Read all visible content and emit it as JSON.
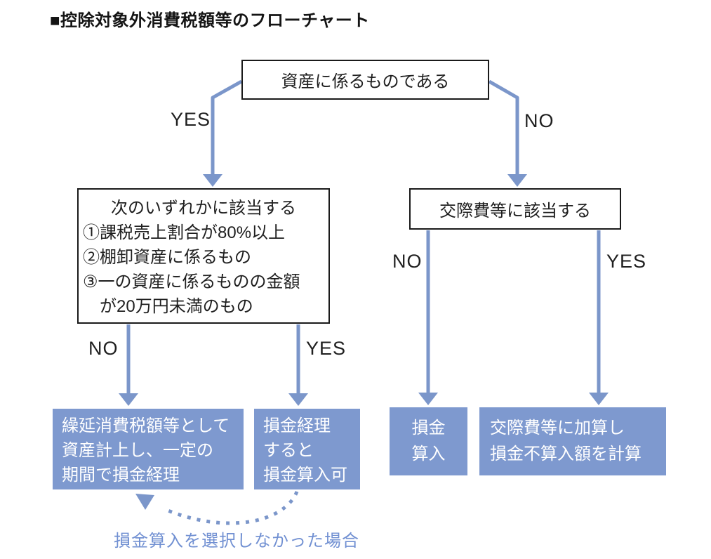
{
  "title": "■控除対象外消費税額等のフローチャート",
  "colors": {
    "arrow": "#7b96ca",
    "box_fill": "#7e99cf",
    "caption": "#7190d2"
  },
  "nodes": {
    "root": {
      "text": "資産に係るものである"
    },
    "left_condition": {
      "heading": "次のいずれかに該当する",
      "items": [
        "①課税売上割合が80%以上",
        "②棚卸資産に係るもの",
        "③一の資産に係るものの金額",
        "　が20万円未満のもの"
      ]
    },
    "right_condition": {
      "text": "交際費等に該当する"
    },
    "deferred": {
      "lines": [
        "繰延消費税額等として",
        "資産計上し、一定の",
        "期間で損金経理"
      ]
    },
    "deductible": {
      "lines": [
        "損金経理",
        "すると",
        "損金算入可"
      ]
    },
    "inclusion": {
      "lines": [
        "損金",
        "算入"
      ]
    },
    "entertainment": {
      "lines": [
        "交際費等に加算し",
        "損金不算入額を計算"
      ]
    }
  },
  "edge_labels": {
    "root_yes": "YES",
    "root_no": "NO",
    "cond_no": "NO",
    "cond_yes": "YES",
    "ent_no": "NO",
    "ent_yes": "YES"
  },
  "caption": "損金算入を選択しなかった場合"
}
